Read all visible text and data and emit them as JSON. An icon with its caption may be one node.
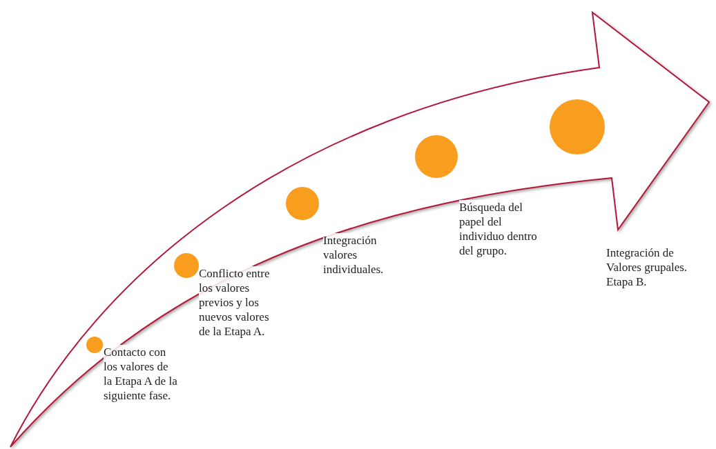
{
  "diagram": {
    "nodes": [
      {
        "text": [],
        "shape": "arrow"
      },
      {
        "text": [],
        "shape": "circle",
        "in": 0,
        "beside": [
          "Contacto con los valores de la Etapa A de la siguiente fase."
        ]
      },
      {
        "text": [],
        "shape": "circle",
        "in": 0,
        "beside": [
          "Conflicto entre los valores previos y los nuevos valores de la Etapa A."
        ]
      },
      {
        "text": [],
        "shape": "circle",
        "in": 0,
        "beside": [
          "Integración valores individuales."
        ]
      },
      {
        "text": [],
        "shape": "circle",
        "in": 0,
        "beside": [
          "Búsqueda del papel del individuo dentro del grupo."
        ]
      },
      {
        "text": [],
        "shape": "circle",
        "in": 0
      }
    ],
    "labels": [
      "Integración de Valores grupales. Etapa B."
    ]
  }
}
